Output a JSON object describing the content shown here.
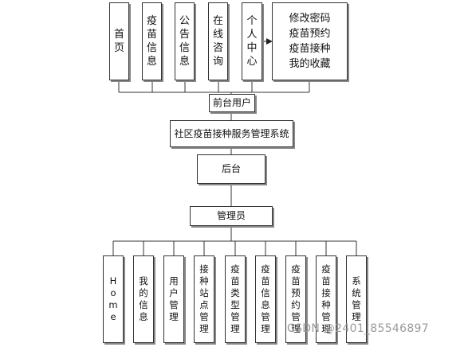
{
  "top_modules": [
    {
      "id": "home",
      "label": "首页"
    },
    {
      "id": "vaccine-info",
      "label": "疫苗信息"
    },
    {
      "id": "notice-info",
      "label": "公告信息"
    },
    {
      "id": "online-consult",
      "label": "在线咨询"
    },
    {
      "id": "personal-center",
      "label": "个人中心"
    }
  ],
  "personal_center_items": [
    "修改密码",
    "疫苗预约",
    "疫苗接种",
    "我的收藏"
  ],
  "frontend_user": "前台用户",
  "system_name": "社区疫苗接种服务管理系统",
  "backend": "后台",
  "admin": "管理员",
  "bottom_modules": [
    {
      "id": "home",
      "label": "Home"
    },
    {
      "id": "my-info",
      "label": "我的信息"
    },
    {
      "id": "user-mgmt",
      "label": "用户管理"
    },
    {
      "id": "station-mgmt",
      "label": "接种站点管理"
    },
    {
      "id": "vaccine-type-mgmt",
      "label": "疫苗类型管理"
    },
    {
      "id": "vaccine-info-mgmt",
      "label": "疫苗信息管理"
    },
    {
      "id": "appointment-mgmt",
      "label": "疫苗预约管理"
    },
    {
      "id": "vaccination-mgmt",
      "label": "疫苗接种管理"
    },
    {
      "id": "system-mgmt",
      "label": "系统管理"
    }
  ],
  "watermark": "CSDN @2401_85546897"
}
